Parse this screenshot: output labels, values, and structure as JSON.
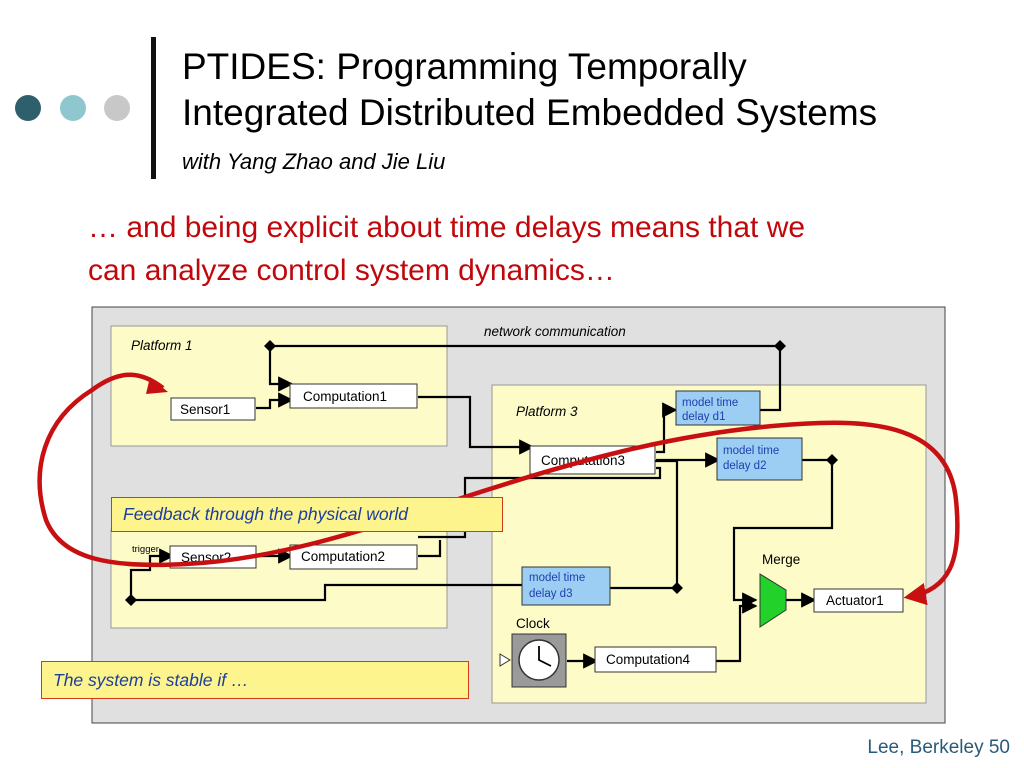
{
  "colors": {
    "dot1": "#2f5f6a",
    "dot2": "#8fc7cf",
    "dot3": "#c8c8c8",
    "bullet_text": "#c0080c",
    "footer_text": "#2a5a7a",
    "platform_fill": "#fdfcc8",
    "canvas_fill": "#e0e0e0",
    "delay_fill": "#9ccdf3",
    "merge_fill": "#22d22a",
    "feedback_curve": "#c80f12"
  },
  "header": {
    "title_line1": "PTIDES: Programming Temporally",
    "title_line2": "Integrated Distributed Embedded Systems",
    "subtitle": "with Yang Zhao and Jie Liu"
  },
  "bullet": {
    "line1": "… and being explicit about time delays means that we",
    "line2": "can analyze control system dynamics…"
  },
  "diagram": {
    "network_label": "network communication",
    "platform1_label": "Platform 1",
    "platform3_label": "Platform 3",
    "sensor1": "Sensor1",
    "computation1": "Computation1",
    "computation3": "Computation3",
    "delay_d1_line1": "model time",
    "delay_d1_line2": "delay d1",
    "delay_d2_line1": "model time",
    "delay_d2_line2": "delay d2",
    "delay_d3_line1": "model time",
    "delay_d3_line2": "delay d3",
    "trigger": "trigger",
    "sensor2": "Sensor2",
    "computation2": "Computation2",
    "merge_label": "Merge",
    "actuator1": "Actuator1",
    "clock_label": "Clock",
    "computation4": "Computation4"
  },
  "callouts": {
    "feedback": "Feedback through the physical world",
    "stable": "The system is stable if …"
  },
  "footer": {
    "credit": "Lee, Berkeley 50"
  }
}
